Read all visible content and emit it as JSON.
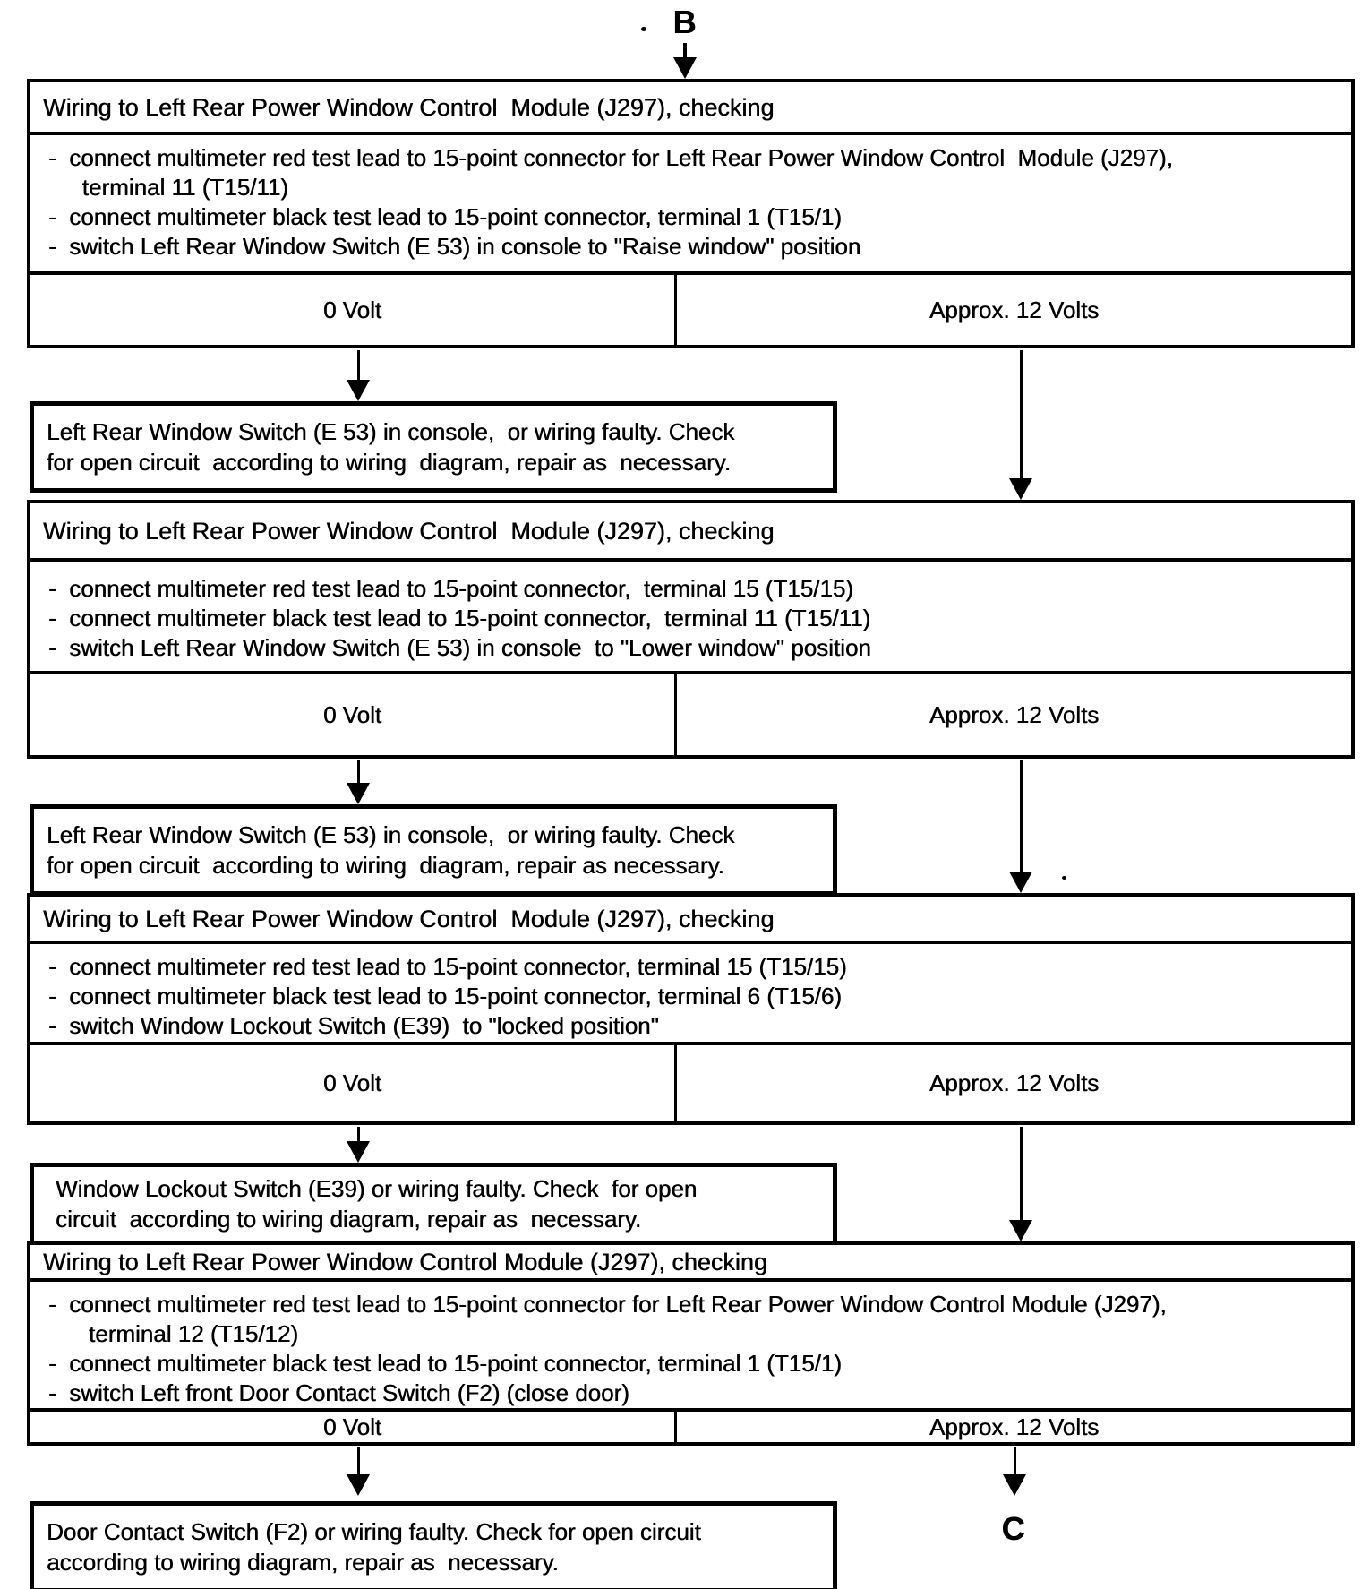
{
  "page": {
    "background": "#ffffff",
    "ink": "#000000"
  },
  "connector_top": "B",
  "connector_bottom": "C",
  "steps": [
    {
      "title": "Wiring to Left Rear Power Window Control  Module (J297), checking",
      "bullets": [
        "-  connect multimeter red test lead to 15-point connector for Left Rear Power Window Control  Module (J297),\n   terminal 11 (T15/11)",
        "-  connect multimeter black test lead to 15-point connector, terminal 1 (T15/1)",
        "-  switch Left Rear Window Switch (E 53) in console to \"Raise window\" position"
      ],
      "result_left": "0 Volt",
      "result_right": "Approx. 12 Volts",
      "fault": "Left Rear Window Switch (E 53) in console,  or wiring faulty. Check\nfor open circuit  according to wiring  diagram, repair as  necessary."
    },
    {
      "title": "Wiring to Left Rear Power Window Control  Module (J297), checking",
      "bullets": [
        "-  connect multimeter red test lead to 15-point connector,  terminal 15 (T15/15)",
        "-  connect multimeter black test lead to 15-point connector,  terminal 11 (T15/11)",
        "-  switch Left Rear Window Switch (E 53) in console  to \"Lower window\" position"
      ],
      "result_left": "0 Volt",
      "result_right": "Approx. 12 Volts",
      "fault": "Left Rear Window Switch (E 53) in console,  or wiring faulty. Check\nfor open circuit  according to wiring  diagram, repair as necessary."
    },
    {
      "title": "Wiring to Left Rear Power Window Control  Module (J297), checking",
      "bullets": [
        "-  connect multimeter red test lead to 15-point connector, terminal 15 (T15/15)",
        "-  connect multimeter black test lead to 15-point connector, terminal 6 (T15/6)",
        "-  switch Window Lockout Switch (E39)  to \"locked position\""
      ],
      "result_left": "0 Volt",
      "result_right": "Approx. 12 Volts",
      "fault": "Window Lockout Switch (E39) or wiring faulty. Check  for open\ncircuit  according to wiring diagram, repair as  necessary."
    },
    {
      "title": "Wiring to Left Rear Power Window Control Module (J297), checking",
      "bullets": [
        "-  connect multimeter red test lead to 15-point connector for Left Rear Power Window Control Module (J297),\n    terminal 12 (T15/12)",
        "-  connect multimeter black test lead to 15-point connector, terminal 1 (T15/1)",
        "-  switch Left front Door Contact Switch (F2) (close door)"
      ],
      "result_left": "0 Volt",
      "result_right": "Approx. 12 Volts",
      "fault": "Door Contact Switch (F2) or wiring faulty. Check for open circuit\naccording to wiring diagram, repair as  necessary."
    }
  ]
}
